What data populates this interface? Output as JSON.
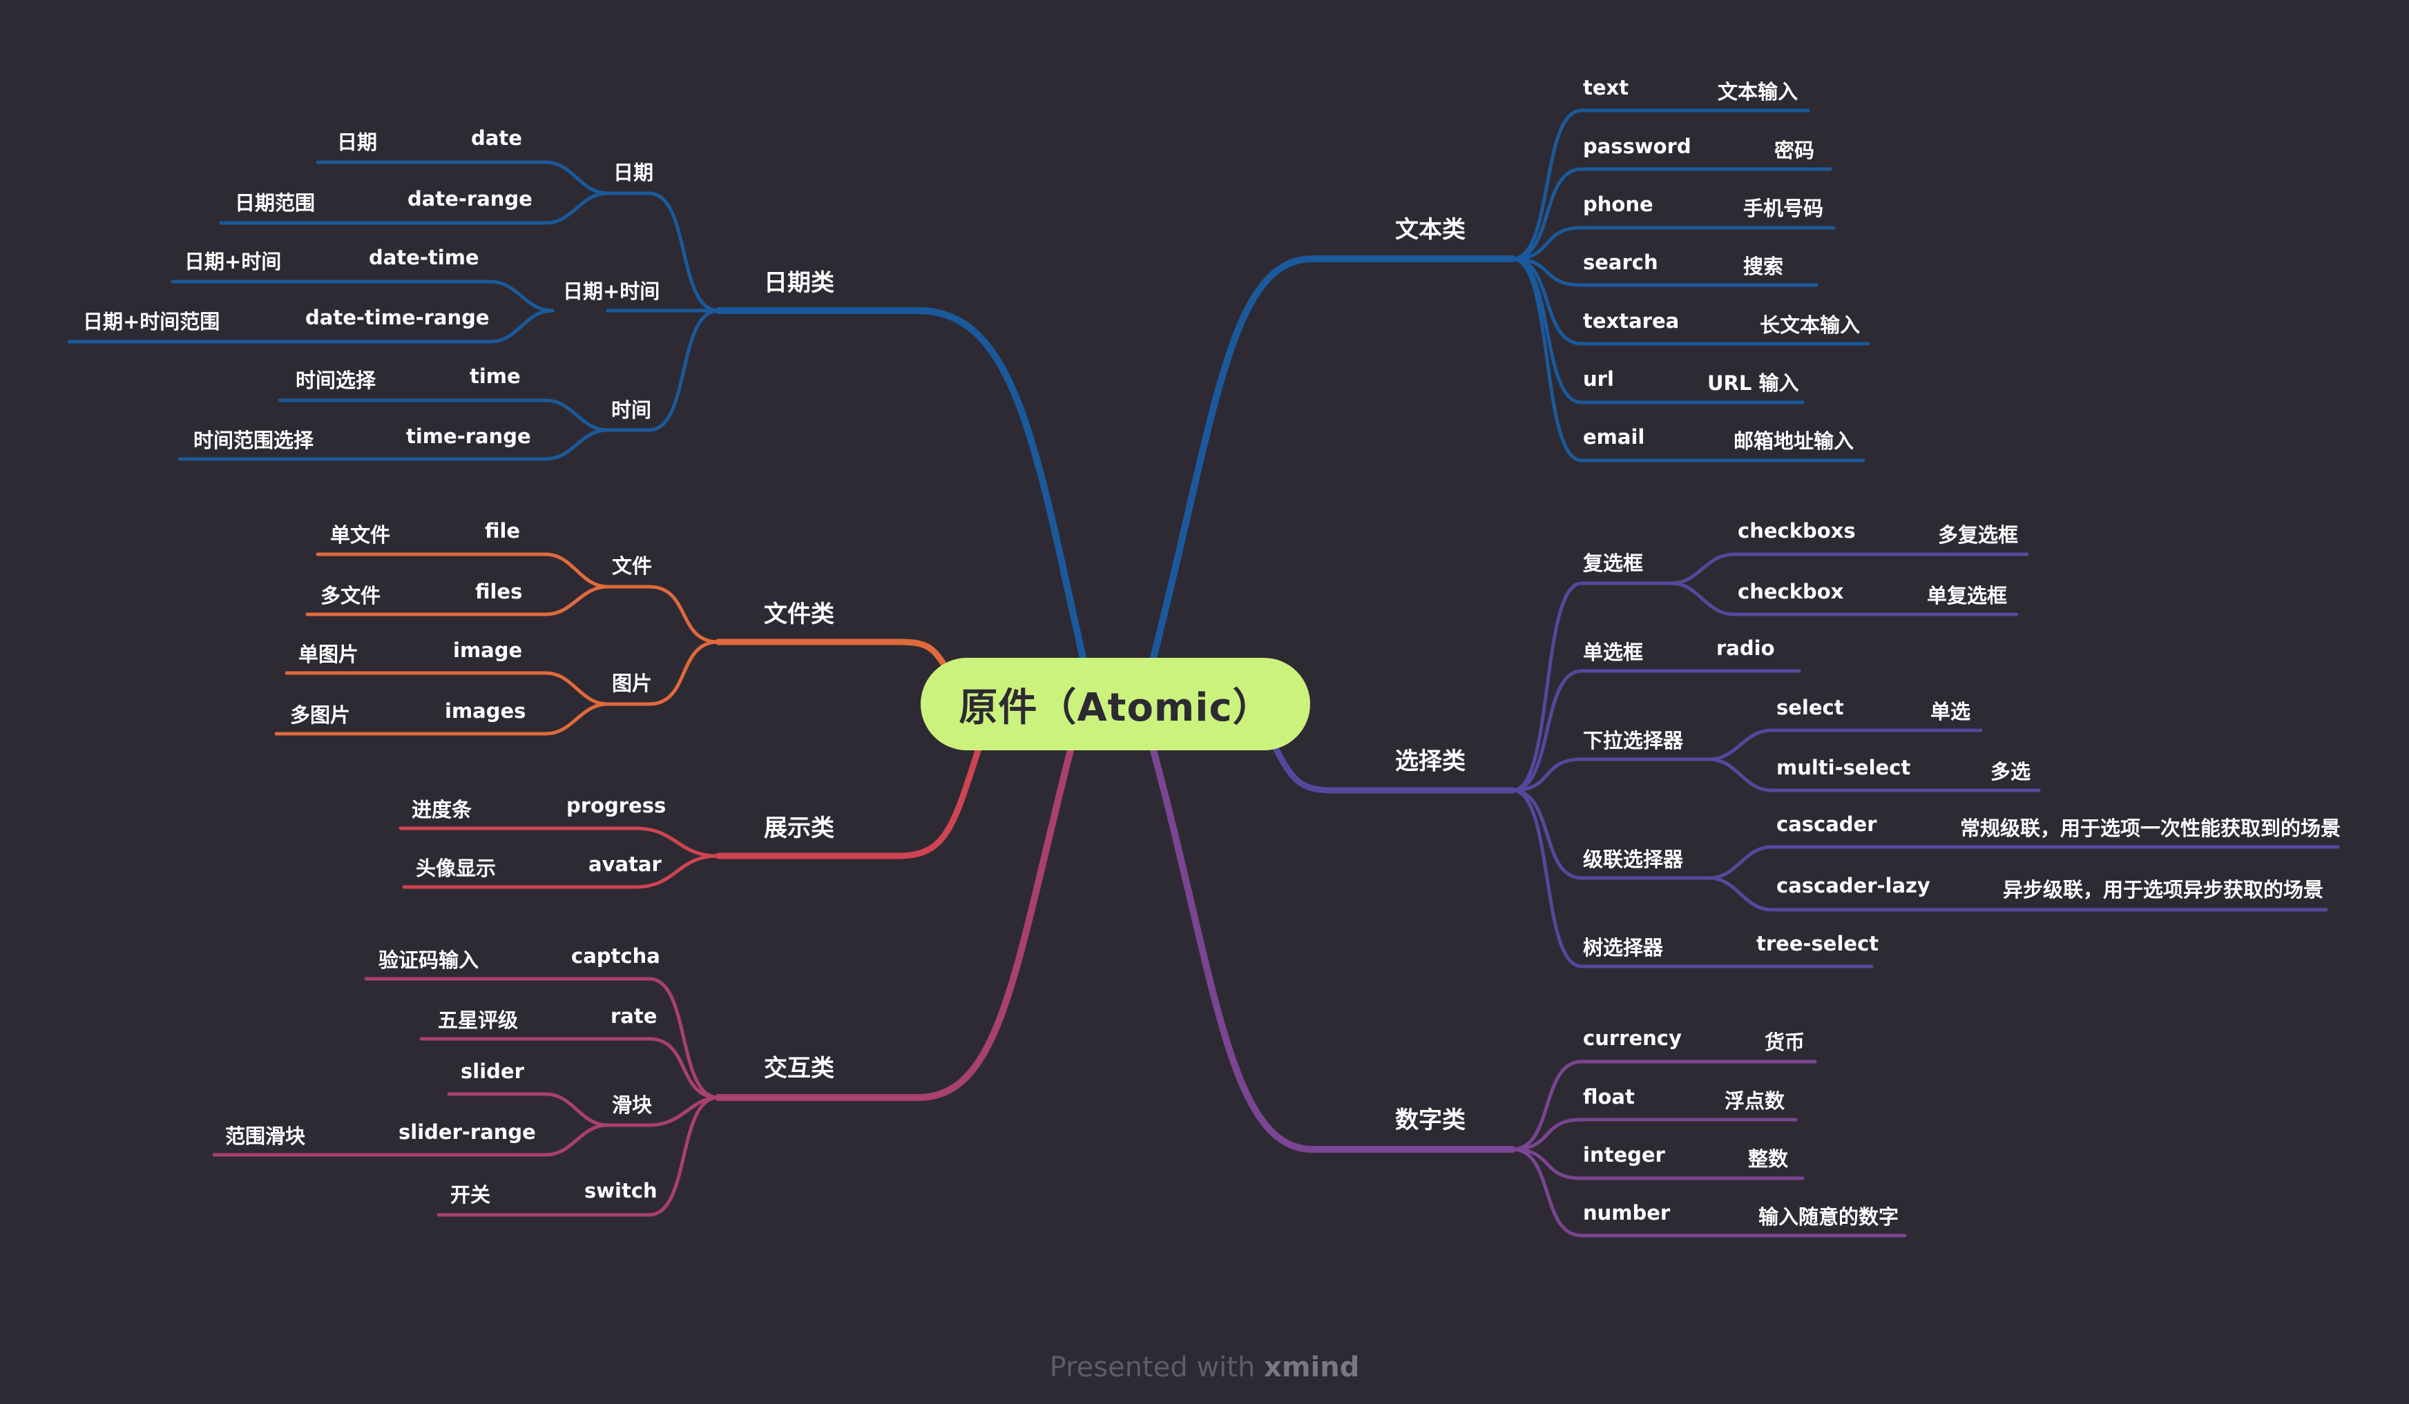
{
  "center_label": "原件（Atomic）",
  "footer": {
    "prefix": "Presented with",
    "brand": "xmind"
  },
  "colors": {
    "background": "#2e2a33",
    "center": "#ccf27e",
    "date": "#1a5a9c",
    "file": "#df6a3c",
    "display": "#cf4452",
    "interact": "#a8416c",
    "text": "#1a5a9c",
    "select": "#55489c",
    "number": "#7a4592"
  },
  "date_branch": {
    "label": "日期类",
    "groups": [
      {
        "label": "日期",
        "items": [
          {
            "cn": "日期",
            "en": "date"
          },
          {
            "cn": "日期范围",
            "en": "date-range"
          }
        ]
      },
      {
        "label": "日期+时间",
        "items": [
          {
            "cn": "日期+时间",
            "en": "date-time"
          },
          {
            "cn": "日期+时间范围",
            "en": "date-time-range"
          }
        ]
      },
      {
        "label": "时间",
        "items": [
          {
            "cn": "时间选择",
            "en": "time"
          },
          {
            "cn": "时间范围选择",
            "en": "time-range"
          }
        ]
      }
    ]
  },
  "file_branch": {
    "label": "文件类",
    "groups": [
      {
        "label": "文件",
        "items": [
          {
            "cn": "单文件",
            "en": "file"
          },
          {
            "cn": "多文件",
            "en": "files"
          }
        ]
      },
      {
        "label": "图片",
        "items": [
          {
            "cn": "单图片",
            "en": "image"
          },
          {
            "cn": "多图片",
            "en": "images"
          }
        ]
      }
    ]
  },
  "display_branch": {
    "label": "展示类",
    "items": [
      {
        "cn": "进度条",
        "en": "progress"
      },
      {
        "cn": "头像显示",
        "en": "avatar"
      }
    ]
  },
  "interact_branch": {
    "label": "交互类",
    "items": [
      {
        "cn": "验证码输入",
        "en": "captcha"
      },
      {
        "cn": "五星评级",
        "en": "rate"
      }
    ],
    "slider_group": {
      "label": "滑块",
      "items": [
        {
          "cn": "",
          "en": "slider"
        },
        {
          "cn": "范围滑块",
          "en": "slider-range"
        }
      ]
    },
    "switch_item": {
      "cn": "开关",
      "en": "switch"
    }
  },
  "text_branch": {
    "label": "文本类",
    "items": [
      {
        "en": "text",
        "cn": "文本输入"
      },
      {
        "en": "password",
        "cn": "密码"
      },
      {
        "en": "phone",
        "cn": "手机号码"
      },
      {
        "en": "search",
        "cn": "搜索"
      },
      {
        "en": "textarea",
        "cn": "长文本输入"
      },
      {
        "en": "url",
        "cn": "URL 输入"
      },
      {
        "en": "email",
        "cn": "邮箱地址输入"
      }
    ]
  },
  "select_branch": {
    "label": "选择类",
    "checkbox_group": {
      "label": "复选框",
      "items": [
        {
          "en": "checkboxs",
          "cn": "多复选框"
        },
        {
          "en": "checkbox",
          "cn": "单复选框"
        }
      ]
    },
    "radio_item": {
      "label": "单选框",
      "en": "radio"
    },
    "dropdown_group": {
      "label": "下拉选择器",
      "items": [
        {
          "en": "select",
          "cn": "单选"
        },
        {
          "en": "multi-select",
          "cn": "多选"
        }
      ]
    },
    "cascader_group": {
      "label": "级联选择器",
      "items": [
        {
          "en": "cascader",
          "cn": "常规级联，用于选项一次性能获取到的场景"
        },
        {
          "en": "cascader-lazy",
          "cn": "异步级联，用于选项异步获取的场景"
        }
      ]
    },
    "tree_item": {
      "label": "树选择器",
      "en": "tree-select"
    }
  },
  "number_branch": {
    "label": "数字类",
    "items": [
      {
        "en": "currency",
        "cn": "货币"
      },
      {
        "en": "float",
        "cn": "浮点数"
      },
      {
        "en": "integer",
        "cn": "整数"
      },
      {
        "en": "number",
        "cn": "输入随意的数字"
      }
    ]
  }
}
